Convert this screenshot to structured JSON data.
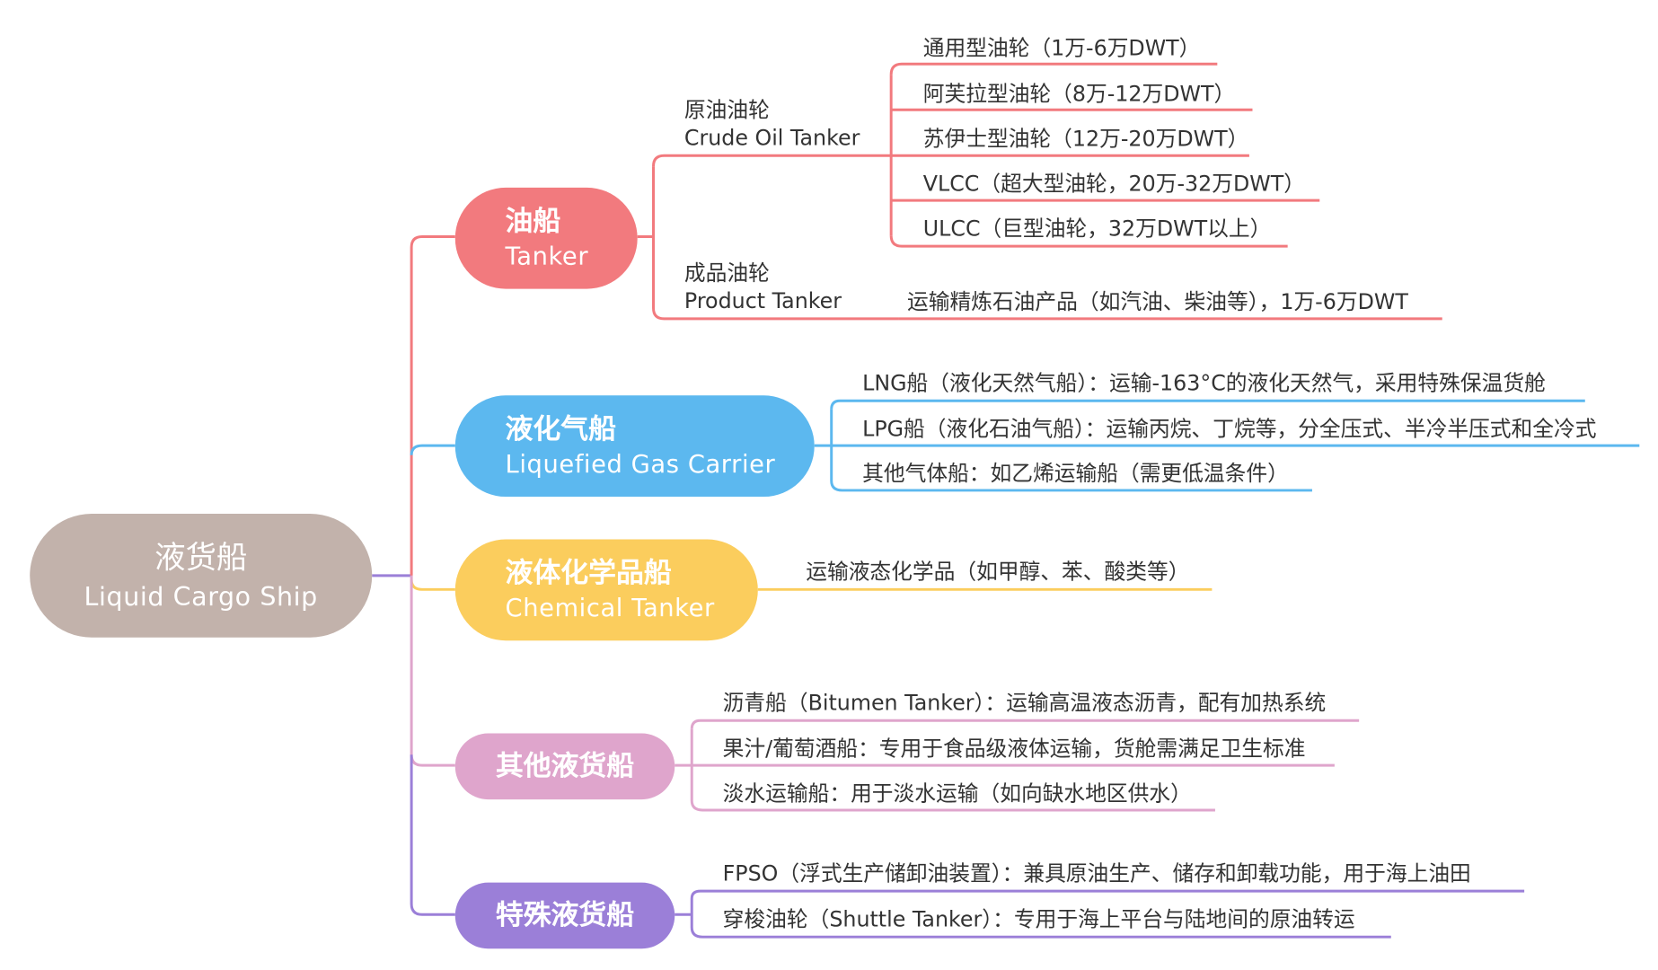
{
  "root": {
    "zh": "液货船",
    "en": "Liquid Cargo Ship"
  },
  "colors": {
    "root": "#c2b2ab",
    "tanker": "#f27a7e",
    "gas": "#5cb8ef",
    "chemical": "#fbcd5d",
    "other": "#dfa5cc",
    "special": "#9b7fd8"
  },
  "branches": {
    "tanker": {
      "zh": "油船",
      "en": "Tanker",
      "crude": {
        "zh": "原油油轮",
        "en": "Crude Oil Tanker",
        "items": [
          "通用型油轮（1万-6万DWT）",
          "阿芙拉型油轮（8万-12万DWT）",
          "苏伊士型油轮（12万-20万DWT）",
          "VLCC（超大型油轮，20万-32万DWT）",
          "ULCC（巨型油轮，32万DWT以上）"
        ]
      },
      "product": {
        "zh": "成品油轮",
        "en": "Product Tanker",
        "items": [
          "运输精炼石油产品（如汽油、柴油等），1万-6万DWT"
        ]
      }
    },
    "gas": {
      "zh": "液化气船",
      "en": "Liquefied Gas Carrier",
      "items": [
        "LNG船（液化天然气船）：运输-163°C的液化天然气，采用特殊保温货舱",
        "LPG船（液化石油气船）：运输丙烷、丁烷等，分全压式、半冷半压式和全冷式",
        "其他气体船：如乙烯运输船（需更低温条件）"
      ]
    },
    "chemical": {
      "zh": "液体化学品船",
      "en": "Chemical Tanker",
      "items": [
        "运输液态化学品（如甲醇、苯、酸类等）"
      ]
    },
    "other": {
      "zh": "其他液货船",
      "items": [
        "沥青船（Bitumen Tanker）：运输高温液态沥青，配有加热系统",
        "果汁/葡萄酒船：专用于食品级液体运输，货舱需满足卫生标准",
        "淡水运输船：用于淡水运输（如向缺水地区供水）"
      ]
    },
    "special": {
      "zh": "特殊液货船",
      "items": [
        "FPSO（浮式生产储卸油装置）：兼具原油生产、储存和卸载功能，用于海上油田",
        "穿梭油轮（Shuttle Tanker）：专用于海上平台与陆地间的原油转运"
      ]
    }
  }
}
